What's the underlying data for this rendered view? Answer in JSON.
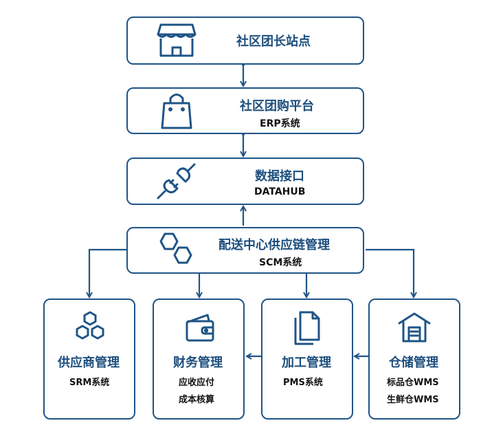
{
  "top_tier": [
    {
      "title": "社区团长站点",
      "icon": "storefront-icon"
    },
    {
      "title": "社区团购平台",
      "subtitle": "ERP系统",
      "icon": "shopping-bag-icon"
    },
    {
      "title": "数据接口",
      "subtitle": "DATAHUB",
      "icon": "plug-icon"
    },
    {
      "title": "配送中心供应链管理",
      "subtitle": "SCM系统",
      "icon": "hexagon-link-icon"
    }
  ],
  "modules": [
    {
      "title": "供应商管理",
      "lines": [
        "SRM系统"
      ],
      "icon": "hexagon-cluster-icon"
    },
    {
      "title": "财务管理",
      "lines": [
        "应收应付",
        "成本核算"
      ],
      "icon": "wallet-icon"
    },
    {
      "title": "加工管理",
      "lines": [
        "PMS系统"
      ],
      "icon": "documents-icon"
    },
    {
      "title": "仓储管理",
      "lines": [
        "标品仓WMS",
        "生鲜仓WMS"
      ],
      "icon": "warehouse-icon"
    }
  ],
  "colors": {
    "border": "#1f5486",
    "accent": "#1c4e7d",
    "text": "#111111"
  }
}
